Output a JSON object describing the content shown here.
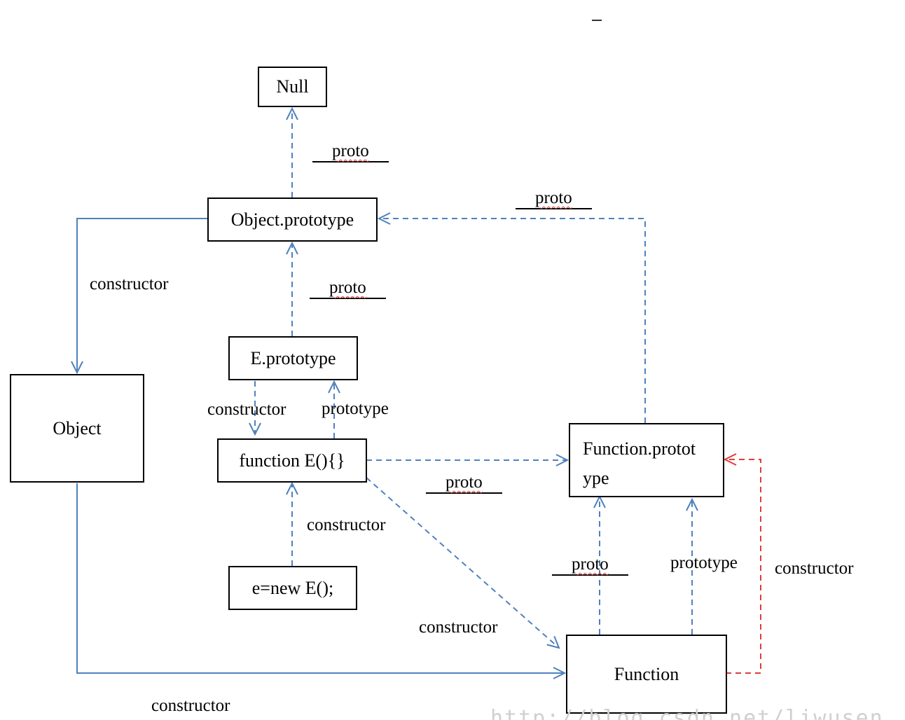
{
  "nodes": {
    "null": "Null",
    "object_prototype": "Object.prototype",
    "e_prototype": "E.prototype",
    "object": "Object",
    "function_e": "function E(){}",
    "function_prototype_line1": "Function.protot",
    "function_prototype_line2": "ype",
    "e_new": "e=new E();",
    "function": "Function"
  },
  "edge_labels": {
    "proto": "proto",
    "constructor": "constructor",
    "prototype": "prototype"
  },
  "watermark": "http://blog.csdn.net/liwusen",
  "colors": {
    "arrow_blue": "#4f81bd",
    "arrow_red": "#e03c3c"
  }
}
